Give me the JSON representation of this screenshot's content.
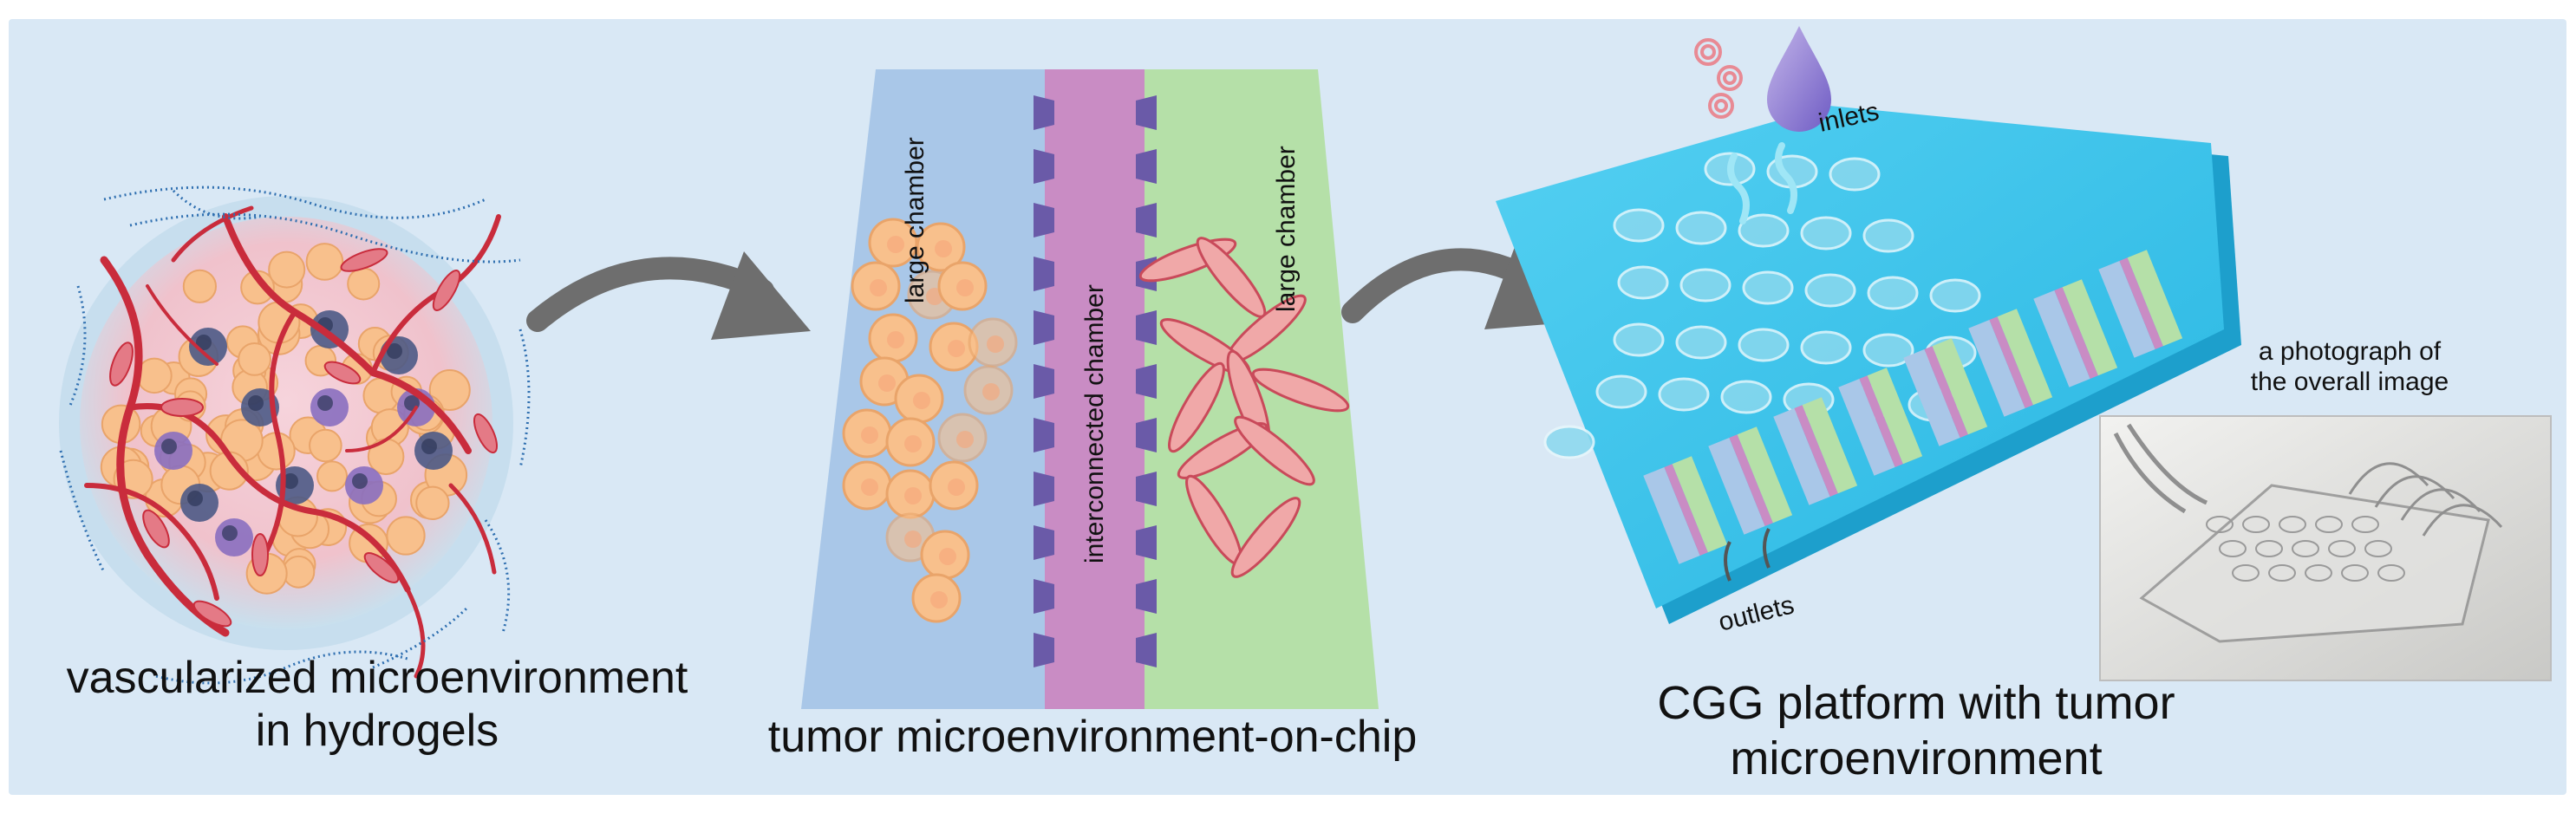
{
  "panel1": {
    "caption_line1": "vascularized microenvironment",
    "caption_line2": "in hydrogels"
  },
  "panel2": {
    "left_chamber_label": "large chamber",
    "middle_chamber_label": "interconnected chamber",
    "right_chamber_label": "large chamber",
    "caption": "tumor microenvironment-on-chip"
  },
  "panel3": {
    "inlets_label": "inlets",
    "outlets_label": "outlets",
    "photo_label_line1": "a photograph of",
    "photo_label_line2": "the overall image",
    "caption_line1": "CGG platform with tumor",
    "caption_line2": "microenvironment"
  },
  "colors": {
    "background": "#d9e8f5",
    "chamber_blue": "#a9c7e8",
    "chamber_purple": "#c98cc4",
    "chamber_green": "#b5e0a8",
    "chip_cyan": "#3cc4ec",
    "vessel_red": "#c92c3c",
    "tumor_cell": "#f8c08c",
    "fibroblast": "#f0a8a8",
    "arrow_gray": "#6e6e6e"
  }
}
